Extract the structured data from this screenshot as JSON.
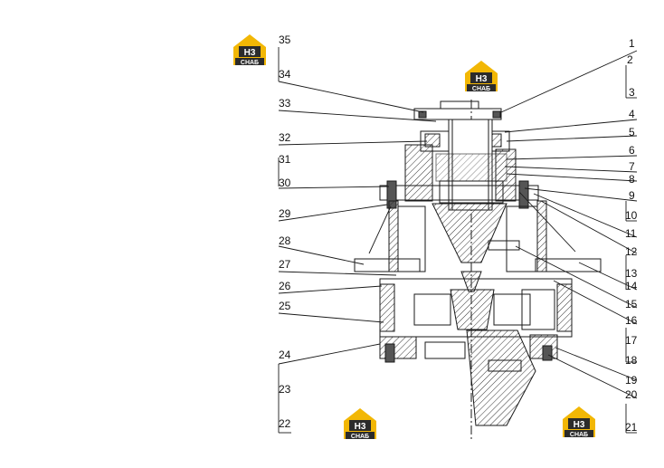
{
  "logo": {
    "mark": "H3",
    "caption": "СНАБ",
    "accent": "#f2b705",
    "dark": "#2b2b2b"
  },
  "callouts_left": [
    "35",
    "34",
    "33",
    "32",
    "31",
    "30",
    "29",
    "28",
    "27",
    "26",
    "25",
    "24",
    "23",
    "22"
  ],
  "callouts_right": [
    "1",
    "2",
    "3",
    "4",
    "5",
    "6",
    "7",
    "8",
    "9",
    "10",
    "11",
    "12",
    "13",
    "14",
    "15",
    "16",
    "17",
    "18",
    "19",
    "20",
    "21"
  ],
  "colors": {
    "line": "#1a1a1a",
    "hatch": "#333333",
    "paper": "#ffffff"
  }
}
